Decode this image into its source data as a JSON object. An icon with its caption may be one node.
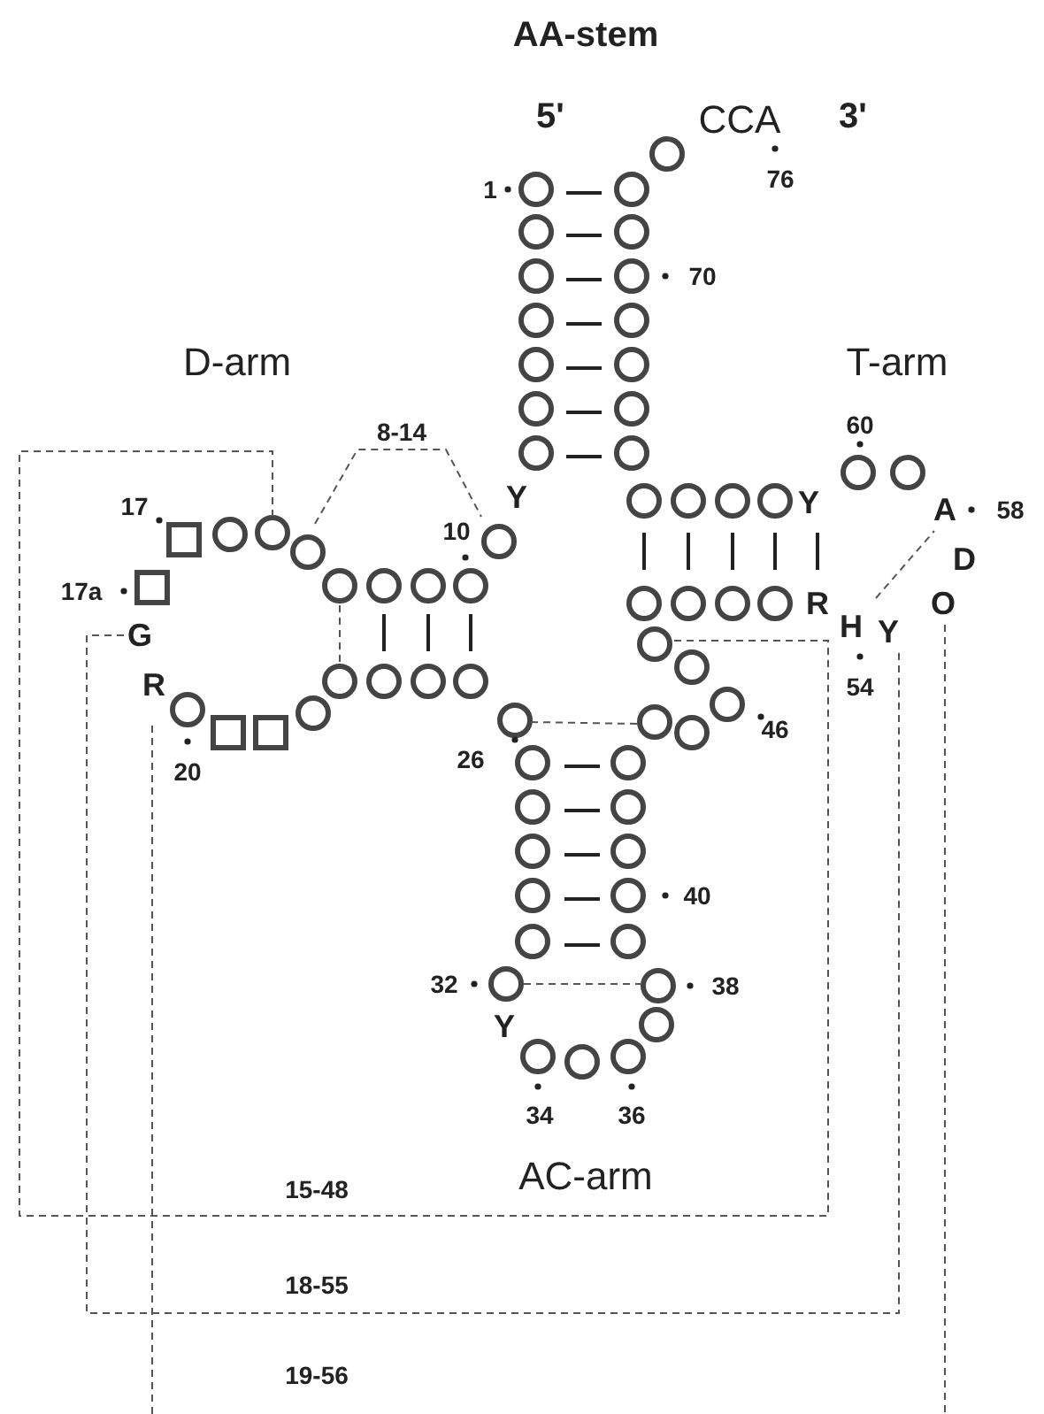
{
  "diagram": {
    "labels": [
      "AA-stem",
      "5'",
      "CCA",
      "3'",
      "76",
      "1",
      "70",
      "D-arm",
      "T-arm",
      "8-14",
      "60",
      "17",
      "Y",
      "Y",
      "A",
      "58",
      "10",
      "17a",
      "D",
      "G",
      "R",
      "H",
      "Y",
      "O",
      "R",
      "54",
      "20",
      "26",
      "46",
      "40",
      "32",
      "38",
      "Y",
      "34",
      "36",
      "AC-arm",
      "15-48",
      "18-55",
      "19-56"
    ]
  }
}
